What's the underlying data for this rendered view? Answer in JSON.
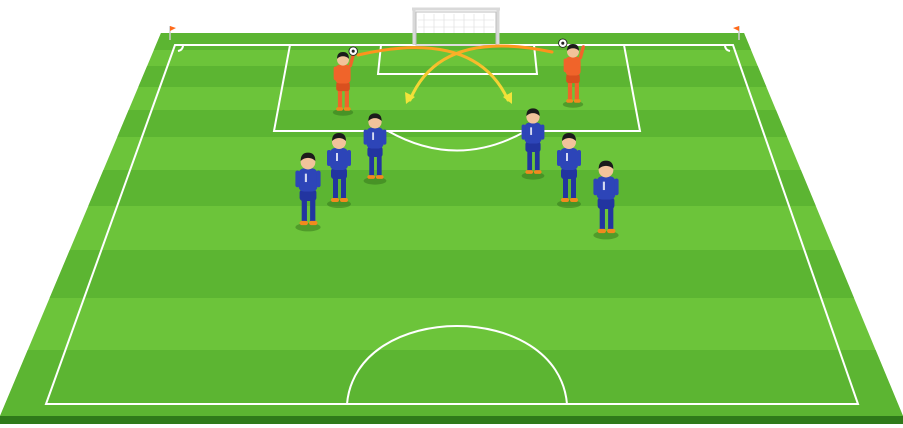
{
  "diagram": {
    "colors": {
      "grass_light": "#6cc43a",
      "grass_dark": "#4ea52a",
      "pitch_edge": "#2f7a1a",
      "lines": "#ffffff",
      "goal_frame": "#d9d9d9",
      "goalkeeper_kit": "#f0642a",
      "outfield_kit": "#2d45b8",
      "shorts": "#2235a0",
      "skin": "#f2c39b",
      "hair": "#1b1b1b",
      "arrow_start": "#ff8c1a",
      "arrow_end": "#f2e43a",
      "corner_flag": "#ff6a1a"
    },
    "players": [
      {
        "role": "goalkeeper",
        "holding_ball": true
      },
      {
        "role": "goalkeeper",
        "holding_ball": true
      },
      {
        "role": "outfield"
      },
      {
        "role": "outfield"
      },
      {
        "role": "outfield"
      },
      {
        "role": "outfield"
      },
      {
        "role": "outfield"
      },
      {
        "role": "outfield"
      }
    ],
    "passes": [
      {
        "from": "left-goalkeeper",
        "to": "right-queue"
      },
      {
        "from": "right-goalkeeper",
        "to": "left-queue"
      }
    ]
  }
}
